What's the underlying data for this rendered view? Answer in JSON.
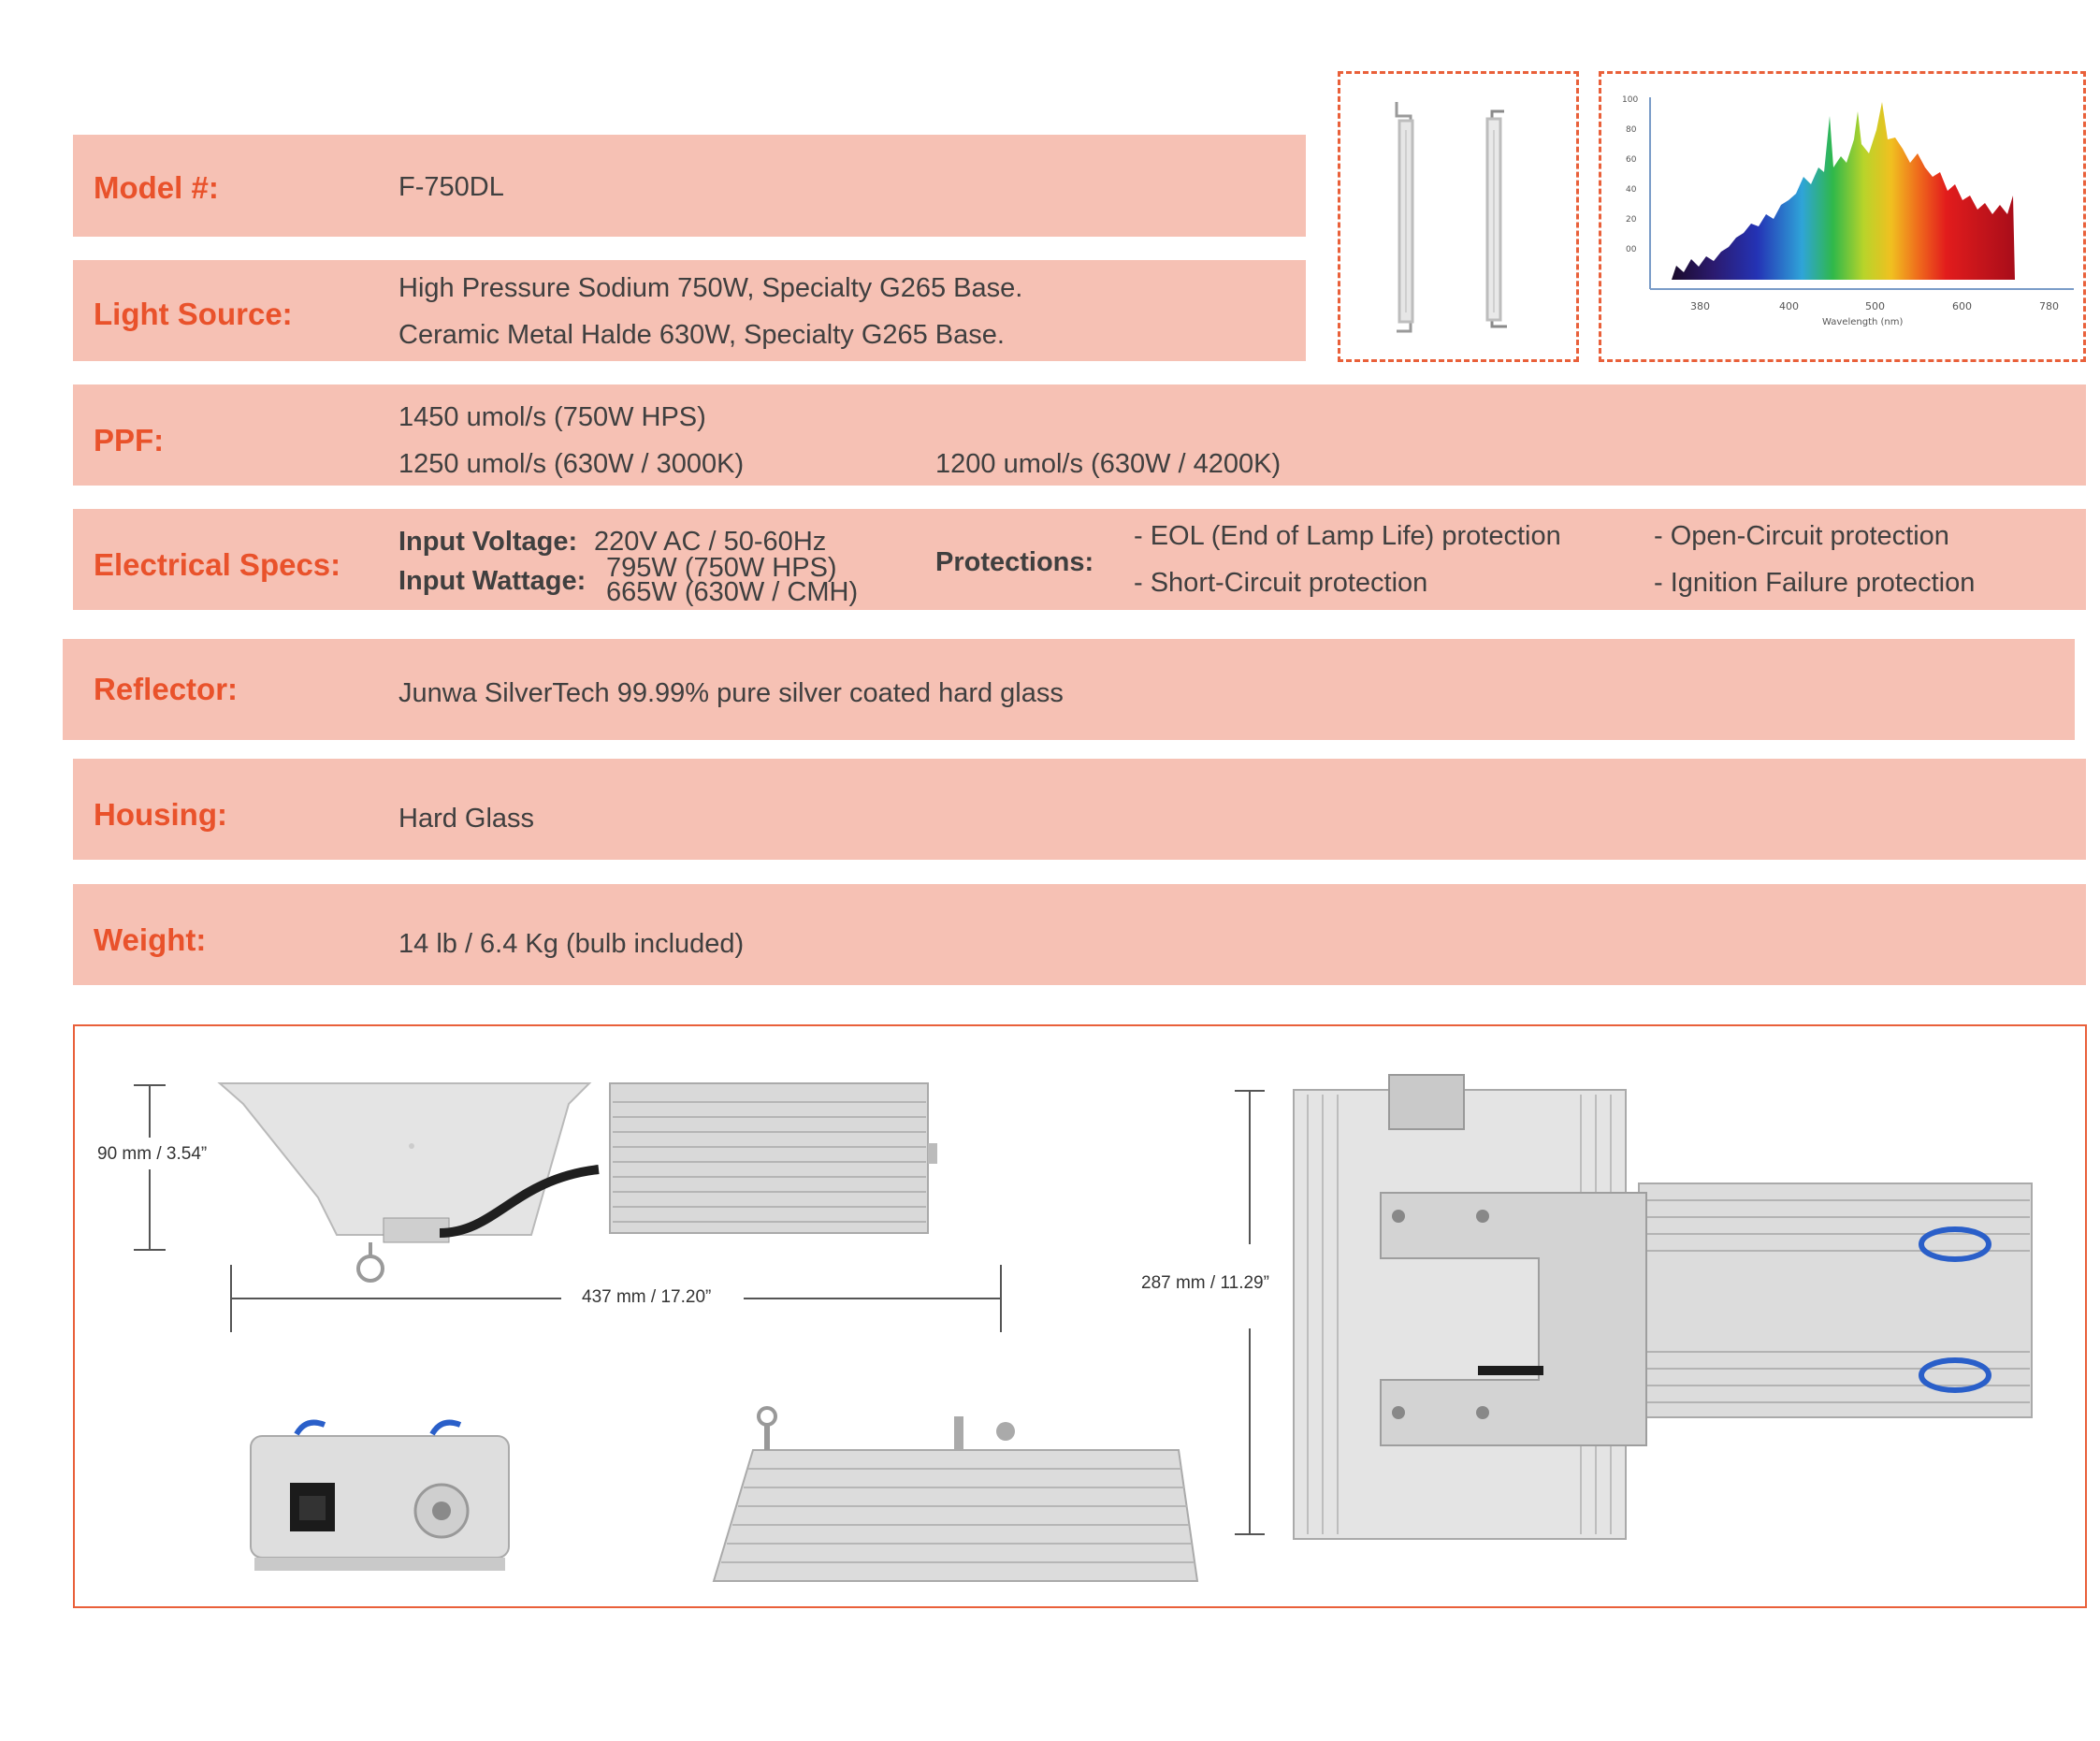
{
  "specs": {
    "model": {
      "label": "Model #:",
      "value": "F-750DL"
    },
    "light_source": {
      "label": "Light Source:",
      "line1": "High Pressure Sodium 750W, Specialty G265 Base.",
      "line2": "Ceramic Metal Halde 630W, Specialty G265 Base."
    },
    "ppf": {
      "label": "PPF:",
      "line1": "1450 umol/s (750W HPS)",
      "line2a": "1250 umol/s (630W / 3000K)",
      "line2b": "1200 umol/s (630W / 4200K)"
    },
    "electrical": {
      "label": "Electrical Specs:",
      "voltage_label": "Input Voltage:",
      "voltage_value": "220V AC / 50-60Hz",
      "wattage_label": "Input Wattage:",
      "wattage_value1": "795W  (750W HPS)",
      "wattage_value2": "665W (630W / CMH)",
      "protections_label": "Protections:",
      "protections": [
        "- EOL (End of Lamp Life) protection",
        "- Short-Circuit protection",
        "- Open-Circuit protection",
        "- Ignition Failure protection"
      ]
    },
    "reflector": {
      "label": "Reflector:",
      "value": "Junwa SilverTech 99.99% pure silver coated hard glass"
    },
    "housing": {
      "label": "Housing:",
      "value": "Hard Glass"
    },
    "weight": {
      "label": "Weight:",
      "value": "14 lb / 6.4 Kg (bulb included)"
    }
  },
  "spectrum": {
    "y_ticks": [
      "100",
      "80",
      "60",
      "40",
      "20",
      "00"
    ],
    "x_ticks": [
      "380",
      "400",
      "500",
      "600",
      "780"
    ],
    "x_label": "Wavelength (nm)"
  },
  "dimensions": {
    "height_small": "90 mm / 3.54”",
    "length": "437 mm / 17.20”",
    "height_large": "287 mm / 11.29”"
  },
  "colors": {
    "row_bg": "#f6c1b4",
    "accent": "#e9522b",
    "frame": "#e9603a"
  }
}
